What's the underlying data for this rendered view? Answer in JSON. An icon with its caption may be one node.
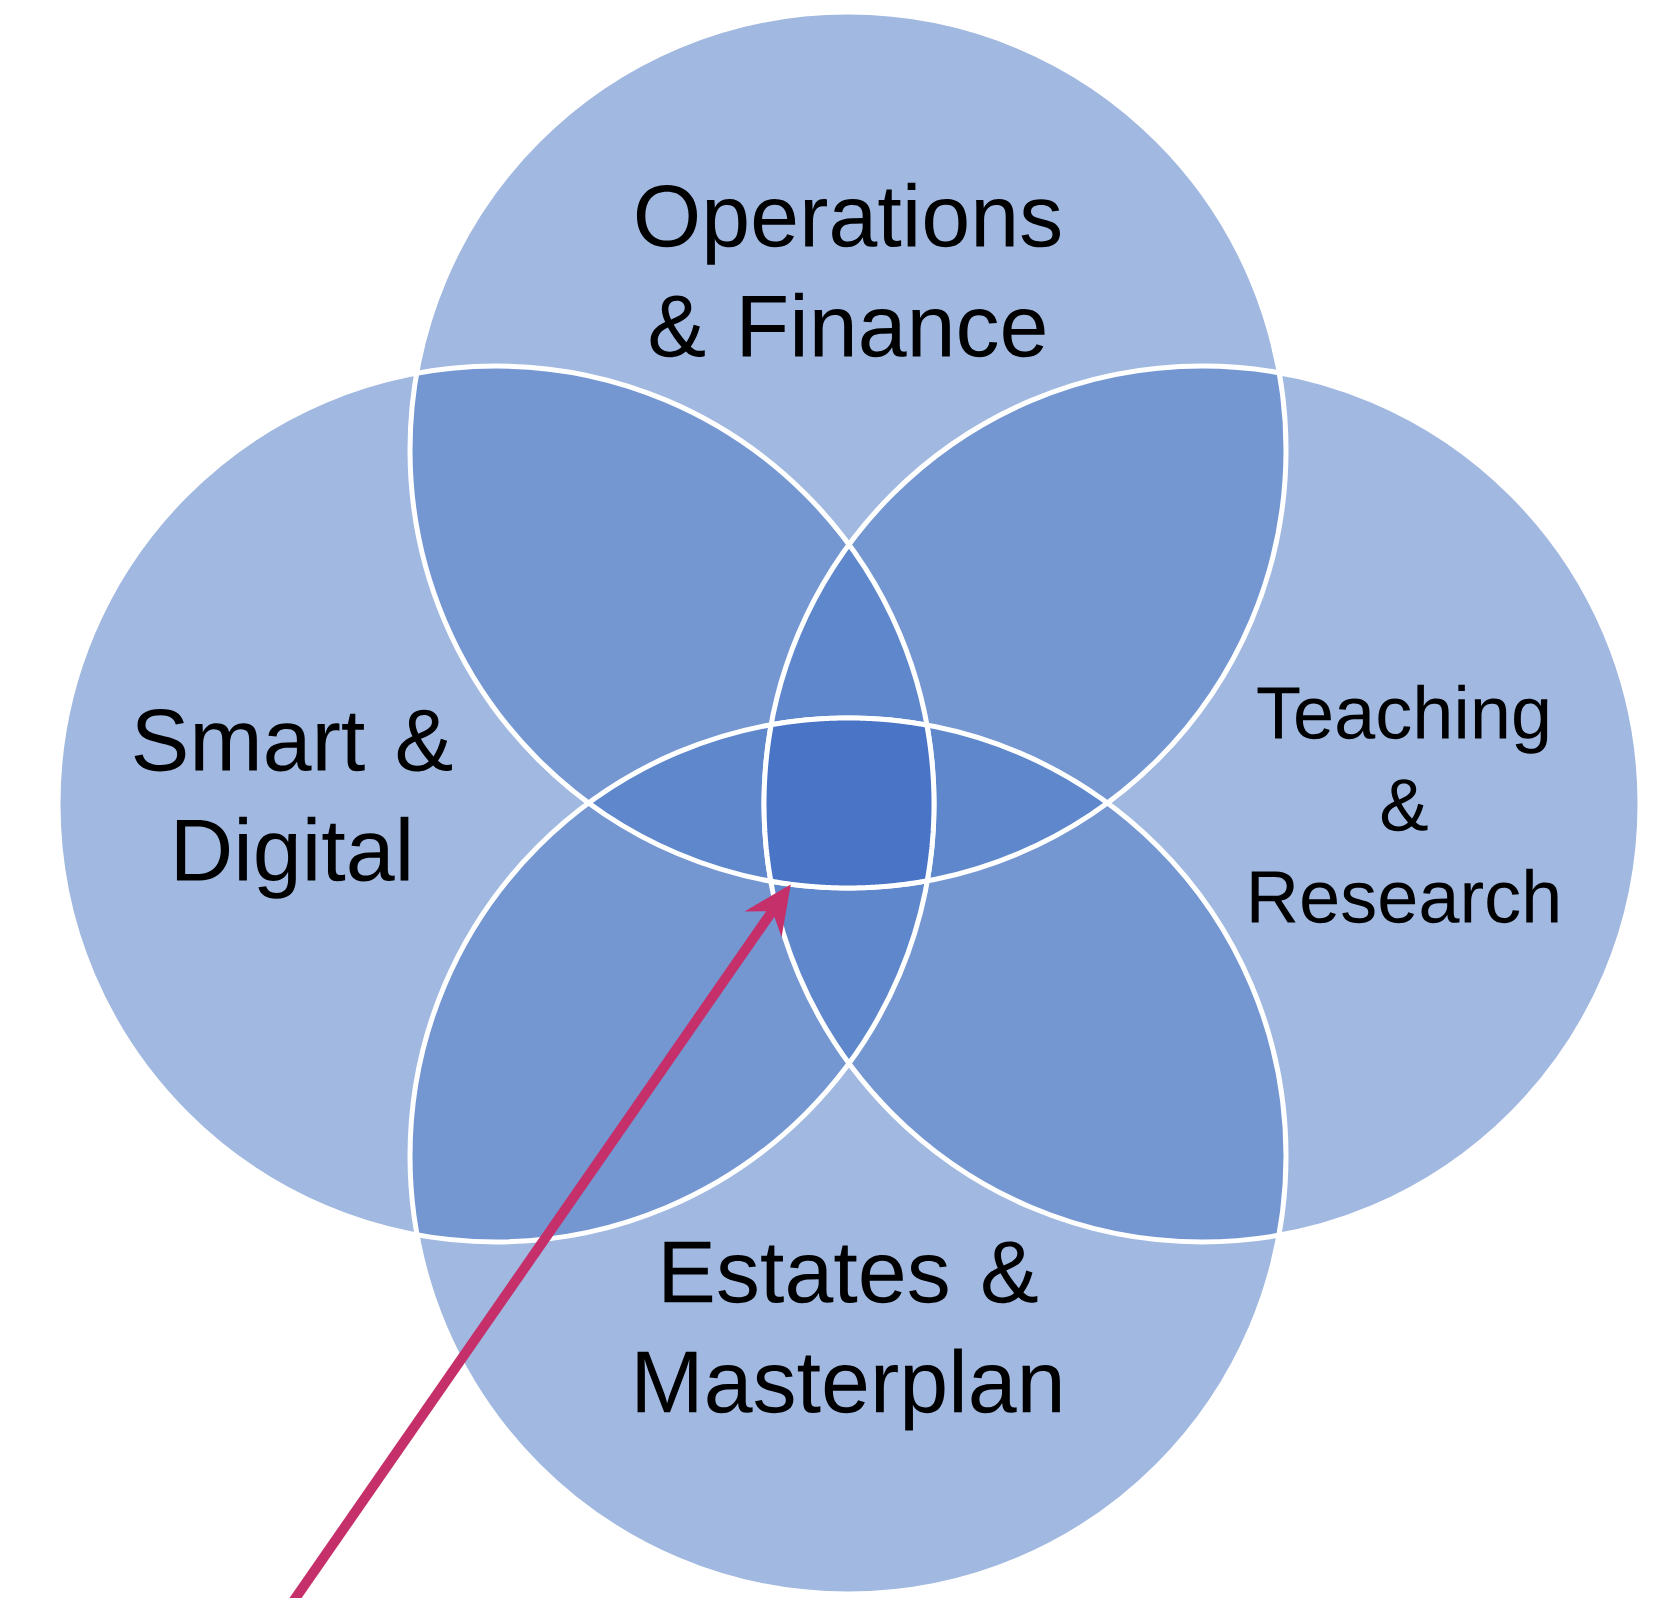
{
  "diagram": {
    "nodes": [
      {
        "text": [
          "Operations & Finance"
        ]
      },
      {
        "text": [
          "Smart & Digital"
        ]
      },
      {
        "text": [
          "Teaching & Research"
        ]
      },
      {
        "text": [
          "Estates & Masterplan"
        ]
      },
      {
        "text": [],
        "shape": "box"
      }
    ],
    "edges": [
      {
        "from": null,
        "to": 4,
        "arrow": "to",
        "color": "#c5306a"
      }
    ]
  }
}
